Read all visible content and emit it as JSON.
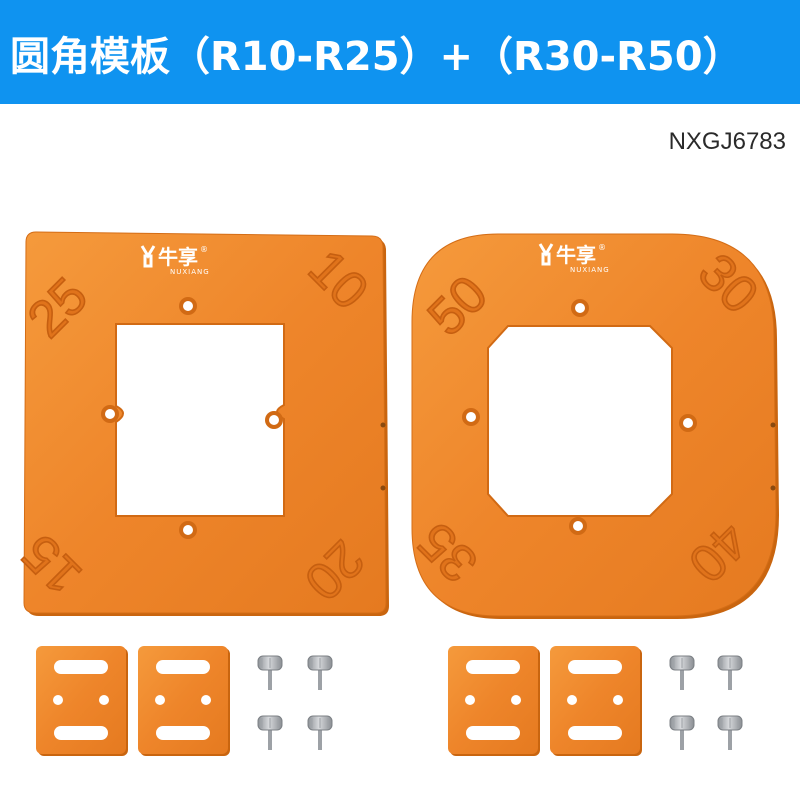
{
  "banner": {
    "title": "圆角模板（R10-R25）+（R30-R50）",
    "color": "#0f93f0"
  },
  "model_number": "NXGJ6783",
  "brand": {
    "name_cn": "牛享",
    "name_en": "NUXIANG",
    "registered": "®"
  },
  "templates": [
    {
      "name": "left-template",
      "shape": "square",
      "radii": [
        "25",
        "10",
        "20",
        "15"
      ]
    },
    {
      "name": "right-template",
      "shape": "rounded",
      "radii": [
        "50",
        "30",
        "40",
        "35"
      ]
    }
  ],
  "colors": {
    "orange": "#f08a2a",
    "orange_dark": "#c9650f",
    "bolt": "#b9bcc0"
  }
}
